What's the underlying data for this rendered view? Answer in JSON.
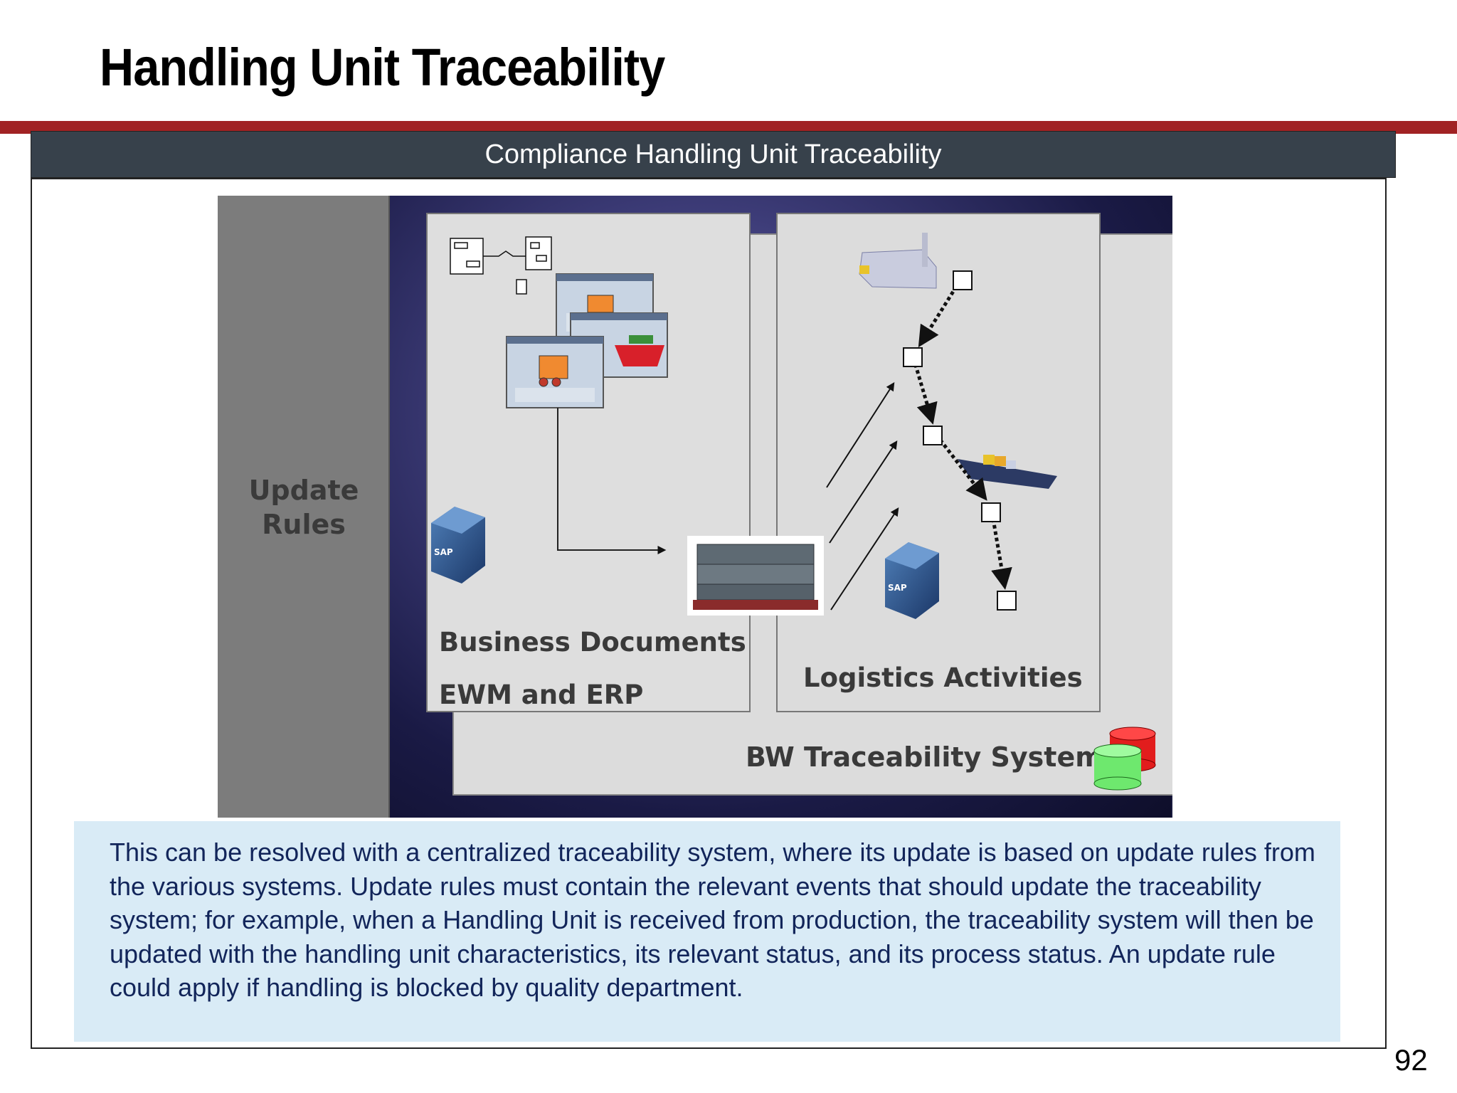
{
  "slide": {
    "title": "Handling Unit Traceability",
    "header": "Compliance Handling Unit Traceability",
    "page_number": "92",
    "accent_color": "#a12224",
    "header_color": "#37414b"
  },
  "diagram": {
    "update_rules_label": "Update\nRules",
    "bw_system_label": "BW Traceability System",
    "business_docs_label": "Business Documents",
    "ewm_erp_label": "EWM and ERP",
    "logistics_label": "Logistics Activities",
    "icons": [
      "sap-cube-icon",
      "sap-cube-icon",
      "pallet-icon",
      "factory-icon",
      "ship-icon",
      "truck-icon",
      "database-icon",
      "screen-icon",
      "flowchart-icon"
    ]
  },
  "note": {
    "text": "This can be resolved with a centralized traceability system, where its update is based on update rules from the various systems. Update rules must contain the relevant events that should update the traceability system; for example, when a Handling Unit is received from production, the traceability system will then be updated with the handling unit characteristics, its relevant status, and its process status. An update rule could apply if handling is blocked by quality department."
  }
}
